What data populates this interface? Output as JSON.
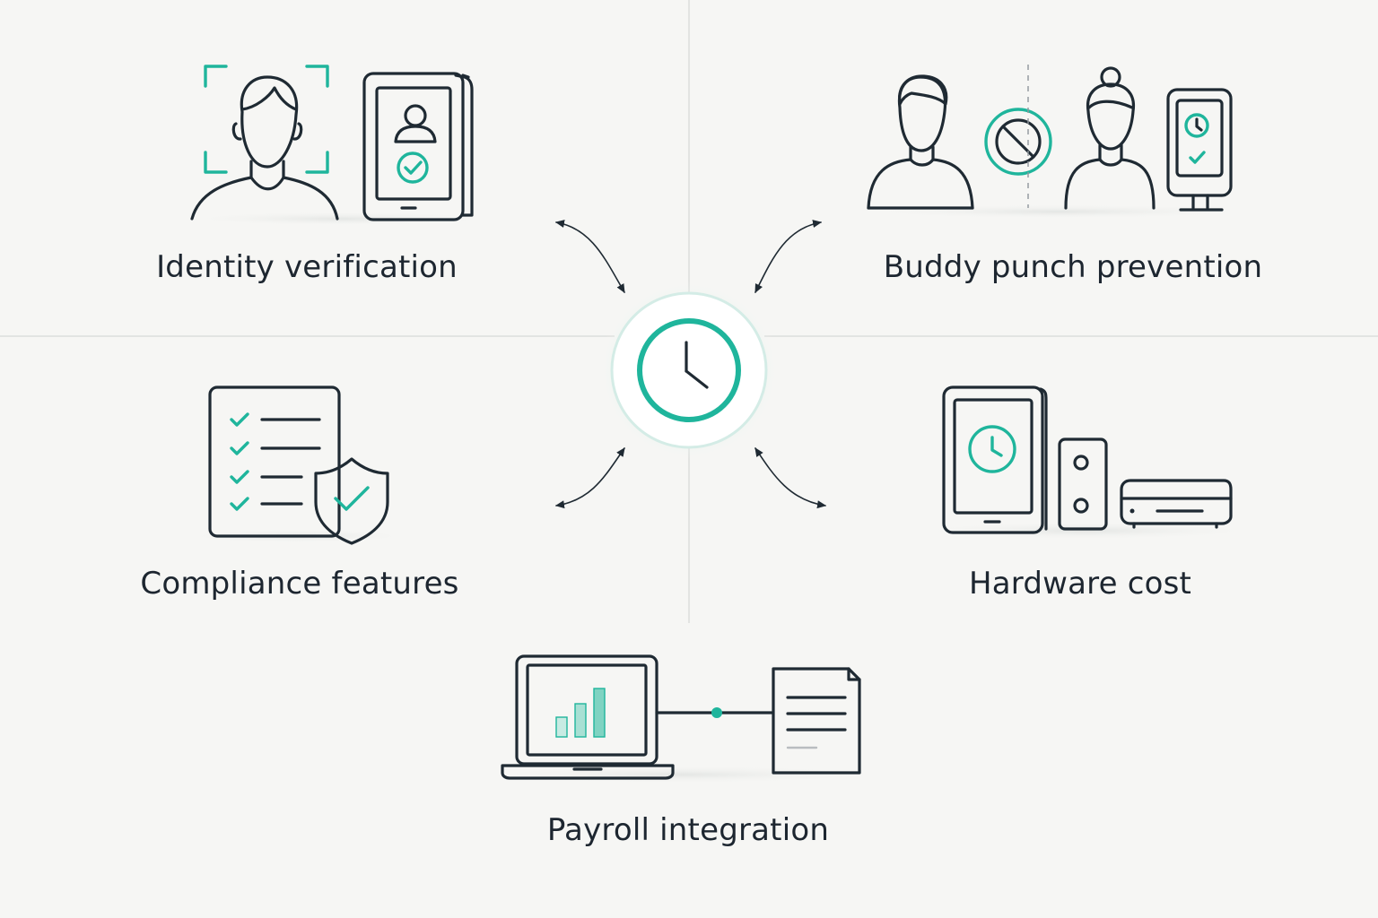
{
  "center": {
    "icon": "clock-icon"
  },
  "colors": {
    "accent": "#1fb59c",
    "ink": "#1f2a33",
    "background": "#f6f6f4"
  },
  "features": {
    "identity_verification": {
      "label": "Identity verification",
      "icon": "face-scan-tablet-icon"
    },
    "buddy_punch_prevention": {
      "label": "Buddy punch prevention",
      "icon": "prohibited-people-icon"
    },
    "compliance_features": {
      "label": "Compliance features",
      "icon": "checklist-shield-icon"
    },
    "hardware_cost": {
      "label": "Hardware cost",
      "icon": "devices-icon"
    },
    "payroll_integration": {
      "label": "Payroll integration",
      "icon": "laptop-document-icon"
    }
  }
}
